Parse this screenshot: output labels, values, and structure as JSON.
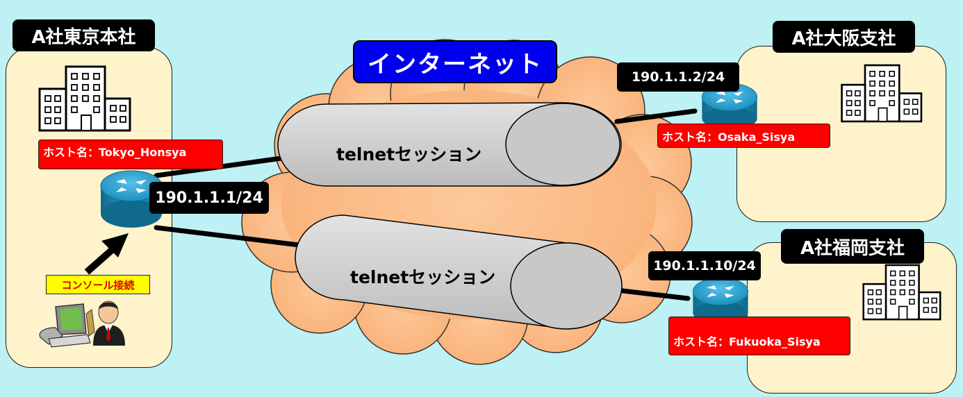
{
  "internet_label": "インターネット",
  "sites": {
    "tokyo": {
      "title": "A社東京本社",
      "hostname": "ホスト名：Tokyo_Honsya",
      "ip": "190.1.1.1/24",
      "console_label": "コンソール接続"
    },
    "osaka": {
      "title": "A社大阪支社",
      "hostname": "ホスト名：Osaka_Sisya",
      "ip": "190.1.1.2/24"
    },
    "fukuoka": {
      "title": "A社福岡支社",
      "hostname": "ホスト名：Fukuoka_Sisya",
      "ip": "190.1.1.10/24"
    }
  },
  "sessions": [
    {
      "label": "telnetセッション"
    },
    {
      "label": "telnetセッション"
    }
  ],
  "colors": {
    "background": "#bdf1f3",
    "site_panel": "#fff3cc",
    "cloud": "#fdc08a",
    "tube": "#d0d0d0",
    "router": "#1e8fb8",
    "hostname_box": "#ff0000",
    "internet_box": "#0000ee",
    "console_box": "#ffff00"
  },
  "icons": {
    "building": "building-icon",
    "router": "router-icon",
    "pc": "computer-icon",
    "user": "person-icon",
    "arrow": "arrow-icon"
  }
}
